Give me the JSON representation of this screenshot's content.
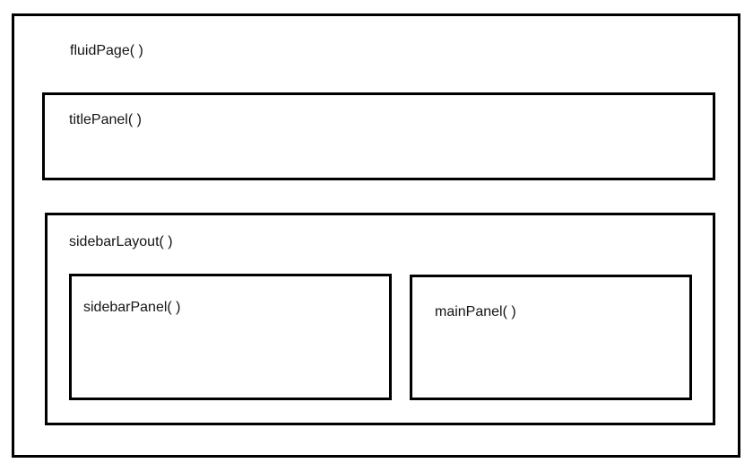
{
  "diagram": {
    "boxes": {
      "fluid_page": {
        "label": "fluidPage( )"
      },
      "title_panel": {
        "label": "titlePanel( )"
      },
      "sidebar_layout": {
        "label": "sidebarLayout( )"
      },
      "sidebar_panel": {
        "label": "sidebarPanel( )"
      },
      "main_panel": {
        "label": "mainPanel( )"
      }
    },
    "colors": {
      "border": "#000000",
      "background": "#ffffff",
      "text": "#141414"
    }
  }
}
